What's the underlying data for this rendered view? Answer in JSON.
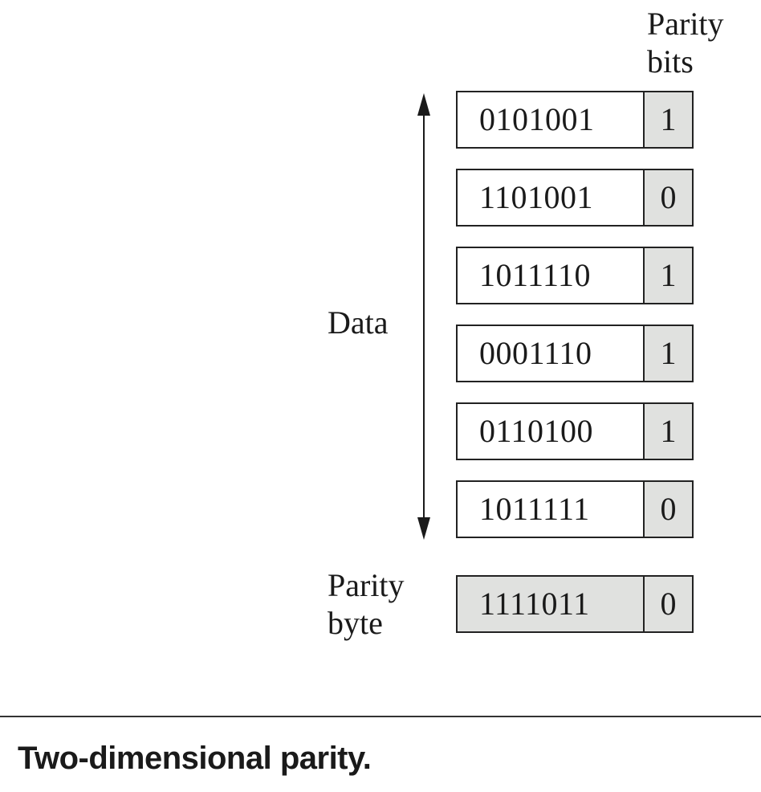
{
  "header": {
    "parity_bits_line1": "Parity",
    "parity_bits_line2": "bits"
  },
  "labels": {
    "data": "Data",
    "parity_byte_line1": "Parity",
    "parity_byte_line2": "byte"
  },
  "rows": [
    {
      "bits": "0101001",
      "parity": "1"
    },
    {
      "bits": "1101001",
      "parity": "0"
    },
    {
      "bits": "1011110",
      "parity": "1"
    },
    {
      "bits": "0001110",
      "parity": "1"
    },
    {
      "bits": "0110100",
      "parity": "1"
    },
    {
      "bits": "1011111",
      "parity": "0"
    }
  ],
  "parity_row": {
    "bits": "1111011",
    "parity": "0"
  },
  "caption": "Two-dimensional parity.",
  "colors": {
    "shaded_cell": "#e0e1df",
    "border": "#222222"
  }
}
